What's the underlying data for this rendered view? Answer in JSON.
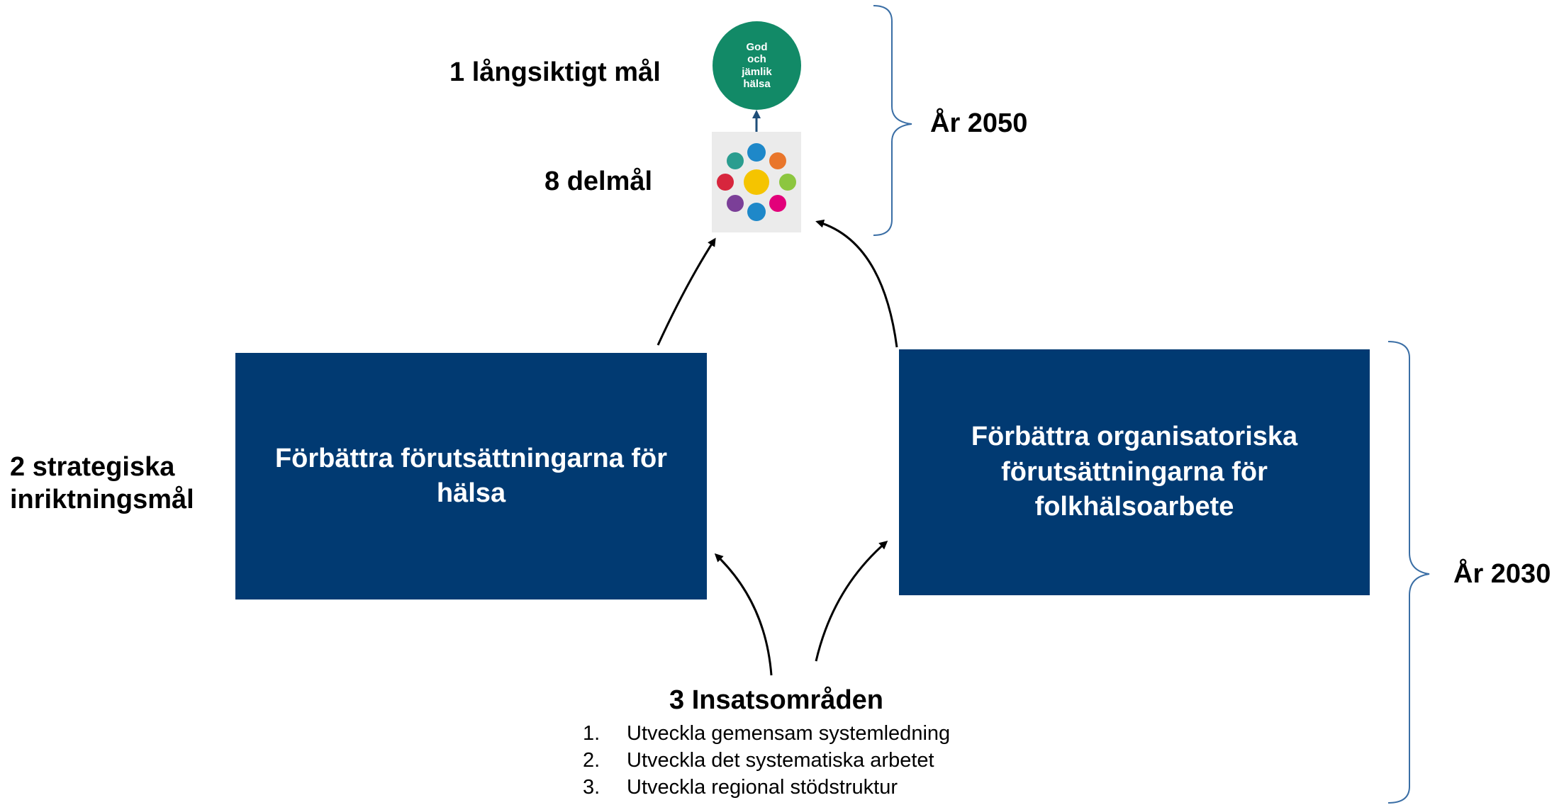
{
  "levels": {
    "long_term_goal": "1 långsiktigt mål",
    "sub_goals": "8 delmål",
    "strategic_goals": [
      "2 strategiska",
      "inriktningsmål"
    ],
    "year_2050": "År 2050",
    "year_2030": "År 2030"
  },
  "goal_circle": [
    "God",
    "och",
    "jämlik",
    "hälsa"
  ],
  "boxes": [
    {
      "text": "Förbättra förutsättningarna för hälsa"
    },
    {
      "text": "Förbättra organisatoriska förutsättningarna för folkhälsoarbete"
    }
  ],
  "focus_areas": {
    "title": "3 Insatsområden",
    "items": [
      {
        "num": "1.",
        "text": "Utveckla gemensam systemledning"
      },
      {
        "num": "2.",
        "text": "Utveckla det systematiska arbetet"
      },
      {
        "num": "3.",
        "text": "Utveckla regional stödstruktur"
      }
    ]
  },
  "colors": {
    "box": "#013a72",
    "goal_circle": "#128a67",
    "bracket": "#3a6ea5",
    "petals": [
      "#2a9d8f",
      "#1e88c9",
      "#e9762b",
      "#8cc63f",
      "#e2007a",
      "#1e88c9",
      "#7b3f98",
      "#d7263d"
    ],
    "center": "#f5c400"
  },
  "icons": [
    "brace-icon",
    "flower-icon",
    "arrow-icon"
  ]
}
